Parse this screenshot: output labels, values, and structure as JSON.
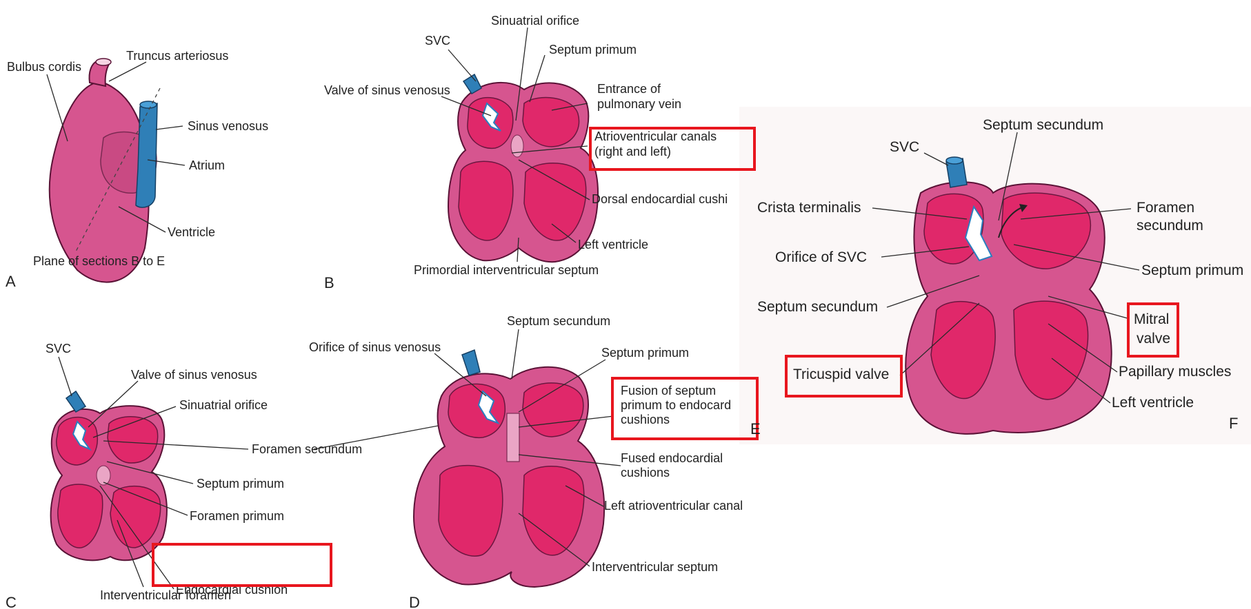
{
  "panels": {
    "A": {
      "letter": "A",
      "labels": {
        "bulbus_cordis": "Bulbus cordis",
        "truncus_arteriosus": "Truncus arteriosus",
        "sinus_venosus": "Sinus venosus",
        "atrium": "Atrium",
        "ventricle": "Ventricle",
        "plane": "Plane of sections B to E"
      }
    },
    "B": {
      "letter": "B",
      "labels": {
        "sinuatrial_orifice": "Sinuatrial orifice",
        "svc": "SVC",
        "septum_primum": "Septum primum",
        "valve_sinus_venosus": "Valve of sinus venosus",
        "entrance_pv_1": "Entrance of",
        "entrance_pv_2": "pulmonary vein",
        "av_canals_1": "Atrioventricular canals",
        "av_canals_2": "(right and left)",
        "dorsal_cushion": "Dorsal endocardial cushi",
        "left_ventricle": "Left ventricle",
        "primordial_ivs": "Primordial interventricular septum"
      }
    },
    "C": {
      "letter": "C",
      "labels": {
        "svc": "SVC",
        "valve_sinus_venosus": "Valve of sinus venosus",
        "sinuatrial_orifice": "Sinuatrial orifice",
        "foramen_secundum": "Foramen secundum",
        "septum_primum": "Septum primum",
        "foramen_primum": "Foramen primum",
        "endocardial_cushion": "Endocardial cushion",
        "iv_foramen": "Interventricular foramen"
      }
    },
    "D": {
      "letter": "D",
      "labels": {
        "septum_secundum": "Septum secundum",
        "orifice_sinus_venosus": "Orifice of sinus venosus",
        "septum_primum": "Septum primum",
        "fusion_1": "Fusion of septum",
        "fusion_2": "primum to endocard",
        "fusion_3": "cushions",
        "fused_cushions_1": "Fused endocardial",
        "fused_cushions_2": "cushions",
        "left_av_canal": "Left atrioventricular canal",
        "ivs": "Interventricular septum"
      }
    },
    "E": {
      "letter": "E"
    },
    "F": {
      "letter": "F",
      "labels": {
        "septum_secundum_top": "Septum secundum",
        "svc": "SVC",
        "crista_terminalis": "Crista terminalis",
        "foramen_secundum_1": "Foramen",
        "foramen_secundum_2": "secundum",
        "orifice_svc": "Orifice of SVC",
        "septum_primum": "Septum primum",
        "septum_secundum_left": "Septum secundum",
        "mitral_1": "Mitral",
        "mitral_2": "valve",
        "tricuspid": "Tricuspid valve",
        "papillary": "Papillary muscles",
        "left_ventricle": "Left ventricle"
      }
    }
  },
  "colors": {
    "highlight": "#e8161e",
    "tissue": "#d6558f",
    "vessel": "#2f7fb7"
  }
}
